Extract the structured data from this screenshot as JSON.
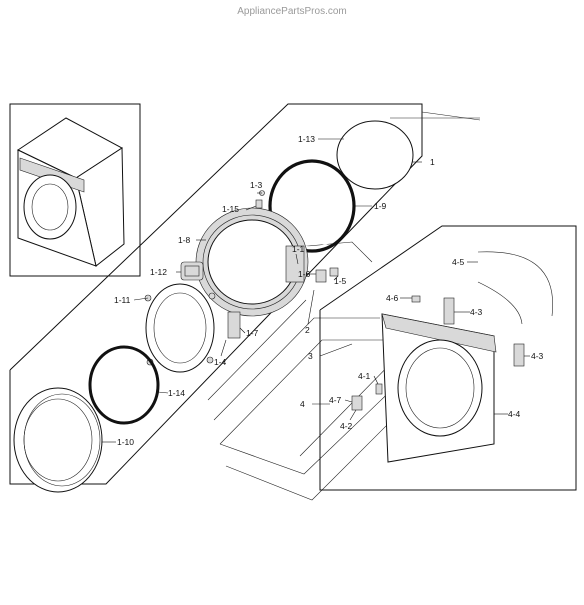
{
  "watermark": "AppliancePartsPros.com",
  "labels": [
    {
      "id": "1",
      "text": "1"
    },
    {
      "id": "1-13",
      "text": "1-13"
    },
    {
      "id": "1-9",
      "text": "1-9"
    },
    {
      "id": "1-3",
      "text": "1-3"
    },
    {
      "id": "1-15",
      "text": "1-15"
    },
    {
      "id": "1-8",
      "text": "1-8"
    },
    {
      "id": "1-12",
      "text": "1-12"
    },
    {
      "id": "1-11",
      "text": "1-11"
    },
    {
      "id": "1-1",
      "text": "1-1"
    },
    {
      "id": "1-6",
      "text": "1-6"
    },
    {
      "id": "1-5",
      "text": "1-5"
    },
    {
      "id": "1-7",
      "text": "1-7"
    },
    {
      "id": "2",
      "text": "2"
    },
    {
      "id": "1-4",
      "text": "1-4"
    },
    {
      "id": "3",
      "text": "3"
    },
    {
      "id": "1-14",
      "text": "1-14"
    },
    {
      "id": "1-10",
      "text": "1-10"
    },
    {
      "id": "4",
      "text": "4"
    },
    {
      "id": "4-5",
      "text": "4-5"
    },
    {
      "id": "4-6",
      "text": "4-6"
    },
    {
      "id": "4-3a",
      "text": "4-3"
    },
    {
      "id": "4-3b",
      "text": "4-3"
    },
    {
      "id": "4-1",
      "text": "4-1"
    },
    {
      "id": "4-7",
      "text": "4-7"
    },
    {
      "id": "4-2",
      "text": "4-2"
    },
    {
      "id": "4-4",
      "text": "4-4"
    }
  ]
}
